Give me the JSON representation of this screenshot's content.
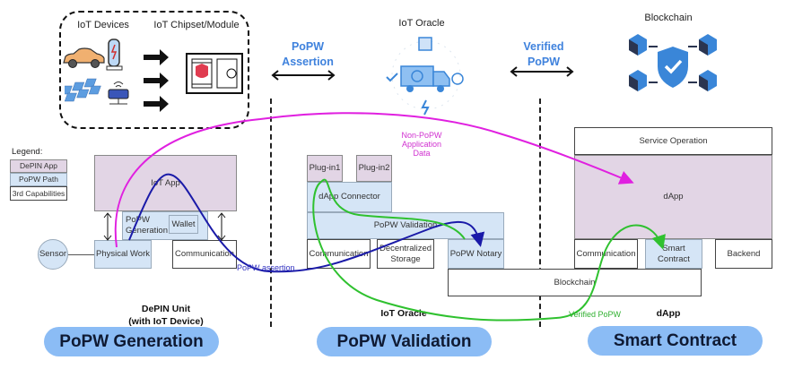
{
  "top": {
    "devices_group": {
      "iot_devices_label": "IoT Devices",
      "chipset_label": "IoT Chipset/Module"
    },
    "popw_assertion_label": "PoPW\nAssertion",
    "iot_oracle_label": "IoT Oracle",
    "verified_popw_label": "Verified\nPoPW",
    "blockchain_label": "Blockchain"
  },
  "legend": {
    "title": "Legend:",
    "items": [
      {
        "label": "DePIN App",
        "kind": "depin"
      },
      {
        "label": "PoPW Path",
        "kind": "popw"
      },
      {
        "label": "3rd Capabilities",
        "kind": "cap"
      }
    ]
  },
  "depin_unit": {
    "iot_app": "IoT App",
    "popw_generation": "PoPW Generation",
    "wallet": "Wallet",
    "sensor": "Sensor",
    "physical_work": "Physical Work",
    "communication": "Communication",
    "caption_line1": "DePIN Unit",
    "caption_line2": "(with IoT Device)"
  },
  "oracle": {
    "plugin1": "Plug-in1",
    "plugin2": "Plug-in2",
    "dapp_connector": "dApp Connector",
    "popw_validation": "PoPW Validation",
    "communication": "Communication",
    "decentralized_storage": "Decentralized Storage",
    "popw_notary": "PoPW Notary",
    "blockchain": "Blockchain",
    "caption": "IoT Oracle"
  },
  "dapp": {
    "service_operation": "Service Operation",
    "dapp": "dApp",
    "communication": "Communication",
    "smart_contract": "Smart Contract",
    "backend": "Backend",
    "caption": "dApp"
  },
  "flows": {
    "non_popw": "Non-PoPW\nApplication\nData",
    "popw_assertion": "PoPW assertion",
    "verified_popw": "Verified PoPW"
  },
  "stages": {
    "generation": "PoPW Generation",
    "validation": "PoPW Validation",
    "smart_contract": "Smart Contract"
  },
  "colors": {
    "depin_app": "#e2d5e5",
    "popw_path": "#d5e5f6",
    "magenta_flow": "#e020e0",
    "blue_flow": "#1a1aa8",
    "green_flow": "#2fc12f",
    "stage_pill": "#8bbcf5",
    "heading_blue": "#3f82dd"
  }
}
